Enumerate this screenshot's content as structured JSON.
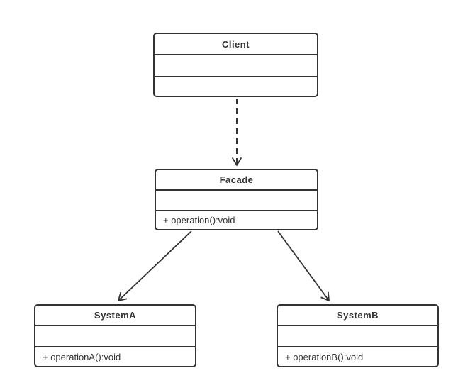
{
  "diagram": {
    "type": "uml-class-diagram",
    "pattern": "Facade",
    "classes": [
      {
        "name": "Client",
        "attributes": "",
        "methods": ""
      },
      {
        "name": "Facade",
        "attributes": "",
        "methods": "+ operation():void"
      },
      {
        "name": "SystemA",
        "attributes": "",
        "methods": "+ operationA():void"
      },
      {
        "name": "SystemB",
        "attributes": "",
        "methods": "+ operationB():void"
      }
    ],
    "relations": [
      {
        "from": "Client",
        "to": "Facade",
        "style": "dashed",
        "arrowhead": "open"
      },
      {
        "from": "Facade",
        "to": "SystemA",
        "style": "solid",
        "arrowhead": "open"
      },
      {
        "from": "Facade",
        "to": "SystemB",
        "style": "solid",
        "arrowhead": "open"
      }
    ],
    "colors": {
      "line": "#333333",
      "background": "#ffffff",
      "text": "#333333"
    }
  }
}
